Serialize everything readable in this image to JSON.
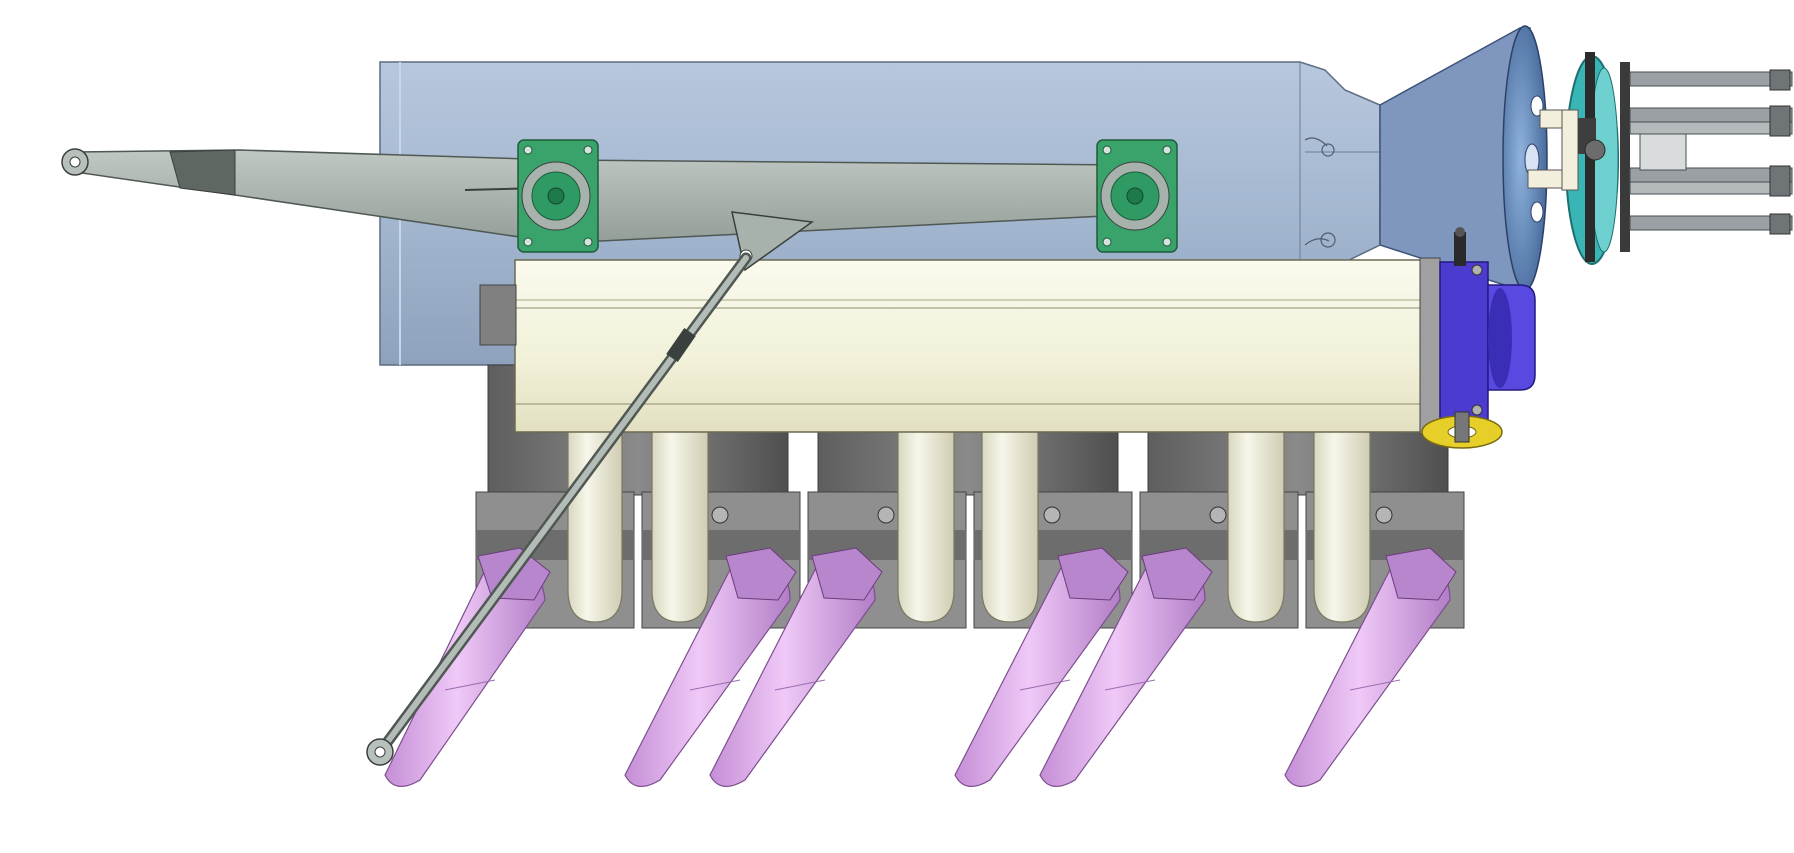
{
  "colors": {
    "background": "#ffffff",
    "plenum": "#a9bbd3",
    "plenum_shade": "#8fa3bf",
    "intercooler": "#f3f2dc",
    "intake_runner": "#ebeadb",
    "flange": "#8f8f8f",
    "flange_dark": "#6d6d6d",
    "exhaust": "#dba7e8",
    "exhaust_flange": "#b886cc",
    "arm": "#a8b2ac",
    "bushing": "#2f9a63",
    "bushing_plate": "#3aa36b",
    "throttle_body": "#4b3ccf",
    "teal_ring": "#3ab5b5",
    "yellow_ring": "#e7cf2a",
    "stud": "#9aa0a3"
  },
  "parts": {
    "cylinders": 6,
    "intake_runners": 6,
    "exhaust_pipes": 6,
    "mount_bushings": 2,
    "fuel_rail_studs": 5
  }
}
